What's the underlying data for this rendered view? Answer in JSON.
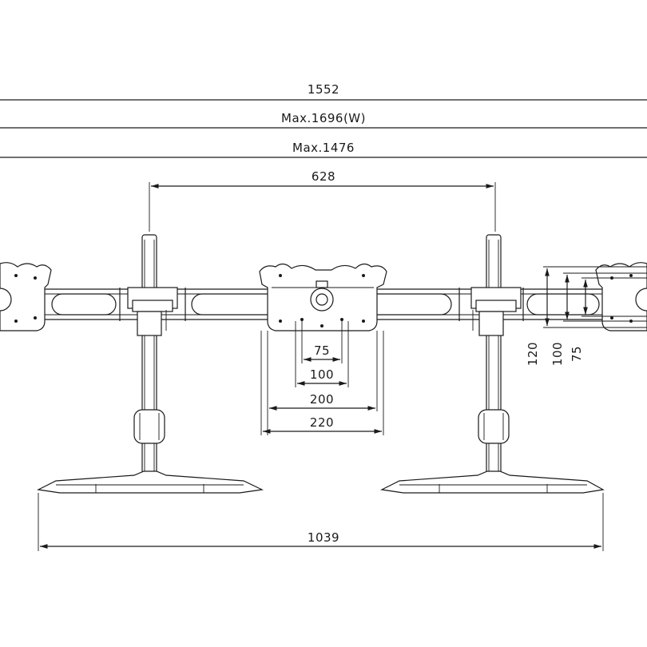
{
  "dimensions": {
    "overall_width": "1552",
    "max_width": "Max.1696(W)",
    "max_arm": "Max.1476",
    "pole_spacing": "628",
    "vesa_75": "75",
    "vesa_100": "100",
    "vesa_200": "200",
    "vesa_220": "220",
    "base_width": "1039",
    "vert_120": "120",
    "vert_100": "100",
    "vert_75": "75"
  },
  "colors": {
    "line": "#1a1a1a",
    "background": "#ffffff"
  }
}
